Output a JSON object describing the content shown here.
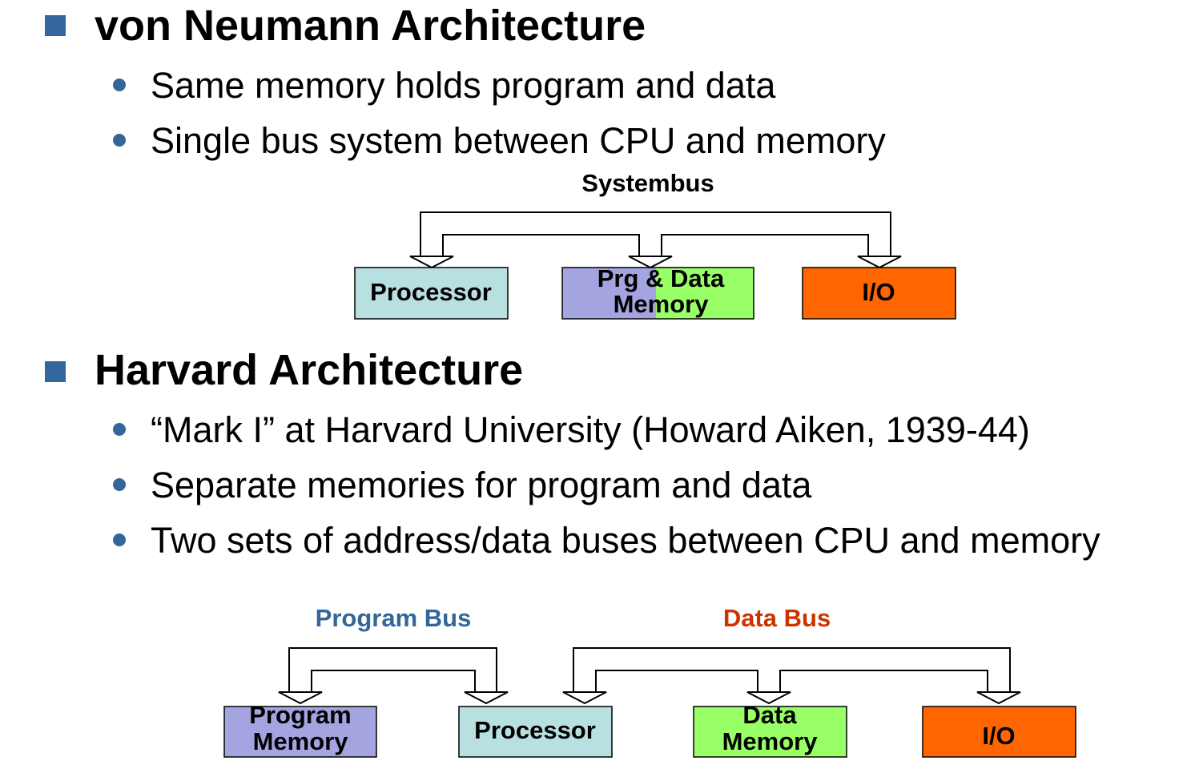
{
  "colors": {
    "accent": "#33669a",
    "processor": "#b9e0e1",
    "memory_program": "#a4a4e0",
    "memory_data": "#99ff66",
    "io": "#ff6600",
    "program_bus": "#336699",
    "data_bus": "#cc3300"
  },
  "von_neumann": {
    "heading": "von Neumann Architecture",
    "bullets": [
      "Same memory holds program and data",
      "Single bus system between CPU and memory"
    ],
    "diagram": {
      "bus_label": "Systembus",
      "processor_label": "Processor",
      "memory_label_line1": "Prg & Data",
      "memory_label_line2": "Memory",
      "io_label": "I/O"
    }
  },
  "harvard": {
    "heading": "Harvard Architecture",
    "bullets": [
      "“Mark I” at Harvard University (Howard Aiken, 1939-44)",
      "Separate memories for program and data",
      "Two sets of address/data buses between CPU and memory"
    ],
    "diagram": {
      "program_bus_label": "Program Bus",
      "data_bus_label": "Data Bus",
      "program_memory_line1": "Program",
      "program_memory_line2": "Memory",
      "processor_label": "Processor",
      "data_memory_line1": "Data",
      "data_memory_line2": "Memory",
      "io_label": "I/O"
    }
  }
}
